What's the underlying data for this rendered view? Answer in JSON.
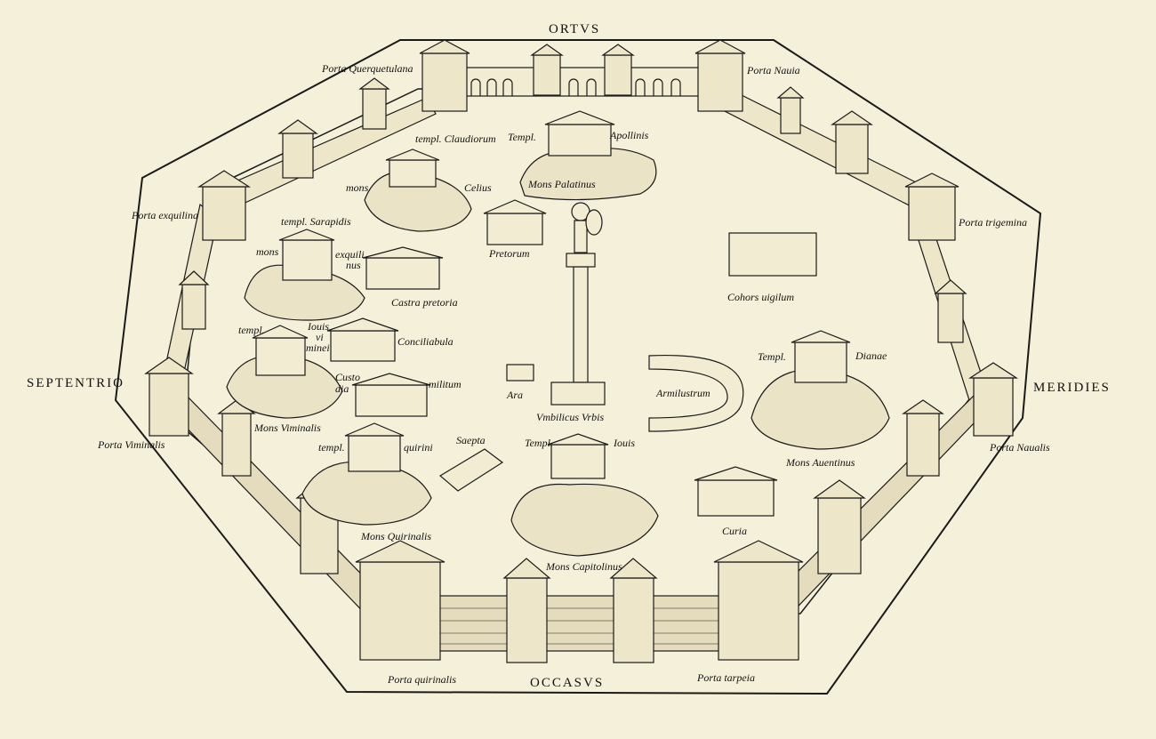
{
  "map": {
    "directions": {
      "north_top": "ORTVS",
      "south_bottom": "OCCASVS",
      "west_left": "SEPTENTRIO",
      "east_right": "MERIDIES"
    },
    "gates": {
      "querquetulana": "Porta Querquetulana",
      "nauia": "Porta Nauia",
      "exquilina": "Porta exquilina",
      "trigemina": "Porta trigemina",
      "viminalis": "Porta Viminalis",
      "naualis": "Porta Naualis",
      "quirinalis": "Porta quirinalis",
      "tarpeia": "Porta tarpeia"
    },
    "places": {
      "templ_apollinis_a": "Templ.",
      "templ_apollinis_b": "Apollinis",
      "mons_palatinus": "Mons Palatinus",
      "templ_claudiorum": "templ. Claudiorum",
      "mons_celius_a": "mons",
      "mons_celius_b": "Celius",
      "pretorum": "Pretorum",
      "templ_sarapidis": "templ. Sarapidis",
      "mons_exquilinus_a": "mons",
      "mons_exquilinus_b": "exquili",
      "mons_exquilinus_c": "nus",
      "castra_pretoria": "Castra pretoria",
      "cohors_uigilum": "Cohors uigilum",
      "templ_iouis_a": "templ.",
      "templ_iouis_b": "Iouis",
      "templ_iouis_c": "vi",
      "templ_iouis_d": "minei",
      "conciliabula": "Conciliabula",
      "ara": "Ara",
      "custodia_a": "Custo",
      "custodia_b": "dia",
      "militum": "militum",
      "vmbilicus_vrbis": "Vmbilicus Vrbis",
      "armilustrum": "Armilustrum",
      "templ_dianae_a": "Templ.",
      "templ_dianae_b": "Dianae",
      "mons_auentinus": "Mons Auentinus",
      "mons_viminalis": "Mons Viminalis",
      "templ_quirini_a": "templ.",
      "templ_quirini_b": "quirini",
      "septa": "Saepta",
      "templ_iouis_cap_a": "Templ.",
      "templ_iouis_cap_b": "Iouis",
      "mons_quirinalis": "Mons Quirinalis",
      "mons_capitolinus": "Mons Capitolinus",
      "curia": "Curia"
    }
  },
  "colors": {
    "paper": "#f5f0d9",
    "ink": "#1a1a1a",
    "hill_shade": "#e8e0c4"
  }
}
